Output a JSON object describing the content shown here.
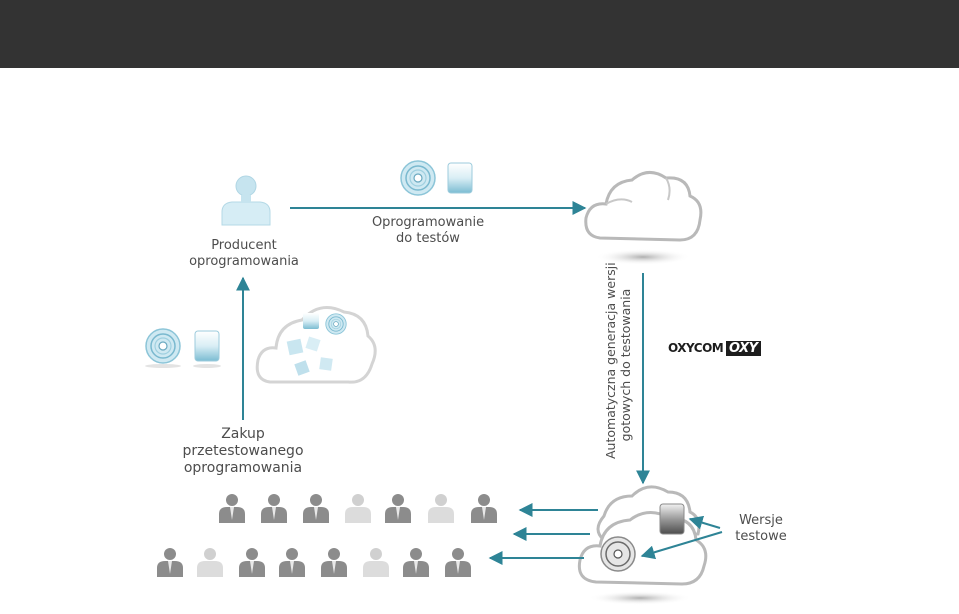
{
  "labels": {
    "producer_line1": "Producent",
    "producer_line2": "oprogramowania",
    "software_line1": "Oprogramowanie",
    "software_line2": "do testów",
    "auto_line1": "Automatyczna generacja wersji",
    "auto_line2": "gotowych do testowania",
    "purchase_line1": "Zakup",
    "purchase_line2": "przetestowanego",
    "purchase_line3": "oprogramowania",
    "versions_line1": "Wersje",
    "versions_line2": "testowe"
  },
  "logos": {
    "oxycom": "OXYCOM",
    "oxy": "OXY"
  },
  "colors": {
    "topbar": "#333333",
    "arrow": "#2e8496",
    "accent_blue": "#6ab7d0",
    "cloud_stroke": "#b9b9b9",
    "people": "#8c8c8c"
  },
  "icons": [
    "person-icon",
    "cd-disc-icon",
    "software-box-icon",
    "cloud-icon",
    "puzzle-cloud-icon",
    "people-icon"
  ]
}
